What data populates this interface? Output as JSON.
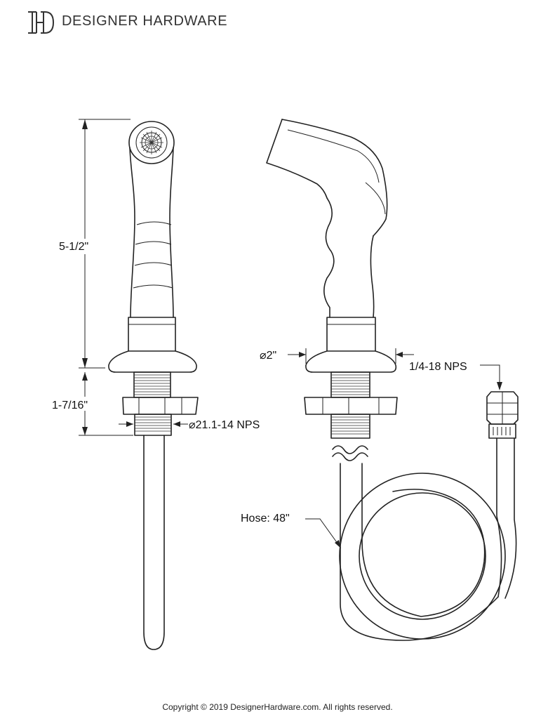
{
  "header": {
    "logo_icon": "dh-monogram-logo",
    "logo_letters": "DH",
    "brand": "DESIGNER HARDWARE"
  },
  "diagram": {
    "dimensions": {
      "height_sprayer": "5-1/2\"",
      "height_shank": "1-7/16\"",
      "thread_shank": "⌀21.1-14 NPS",
      "base_diameter": "⌀2\"",
      "thread_hose": "1/4-18 NPS",
      "hose_length": "Hose: 48\""
    }
  },
  "footer": {
    "copyright": "Copyright © 2019 DesignerHardware.com. All rights reserved."
  }
}
